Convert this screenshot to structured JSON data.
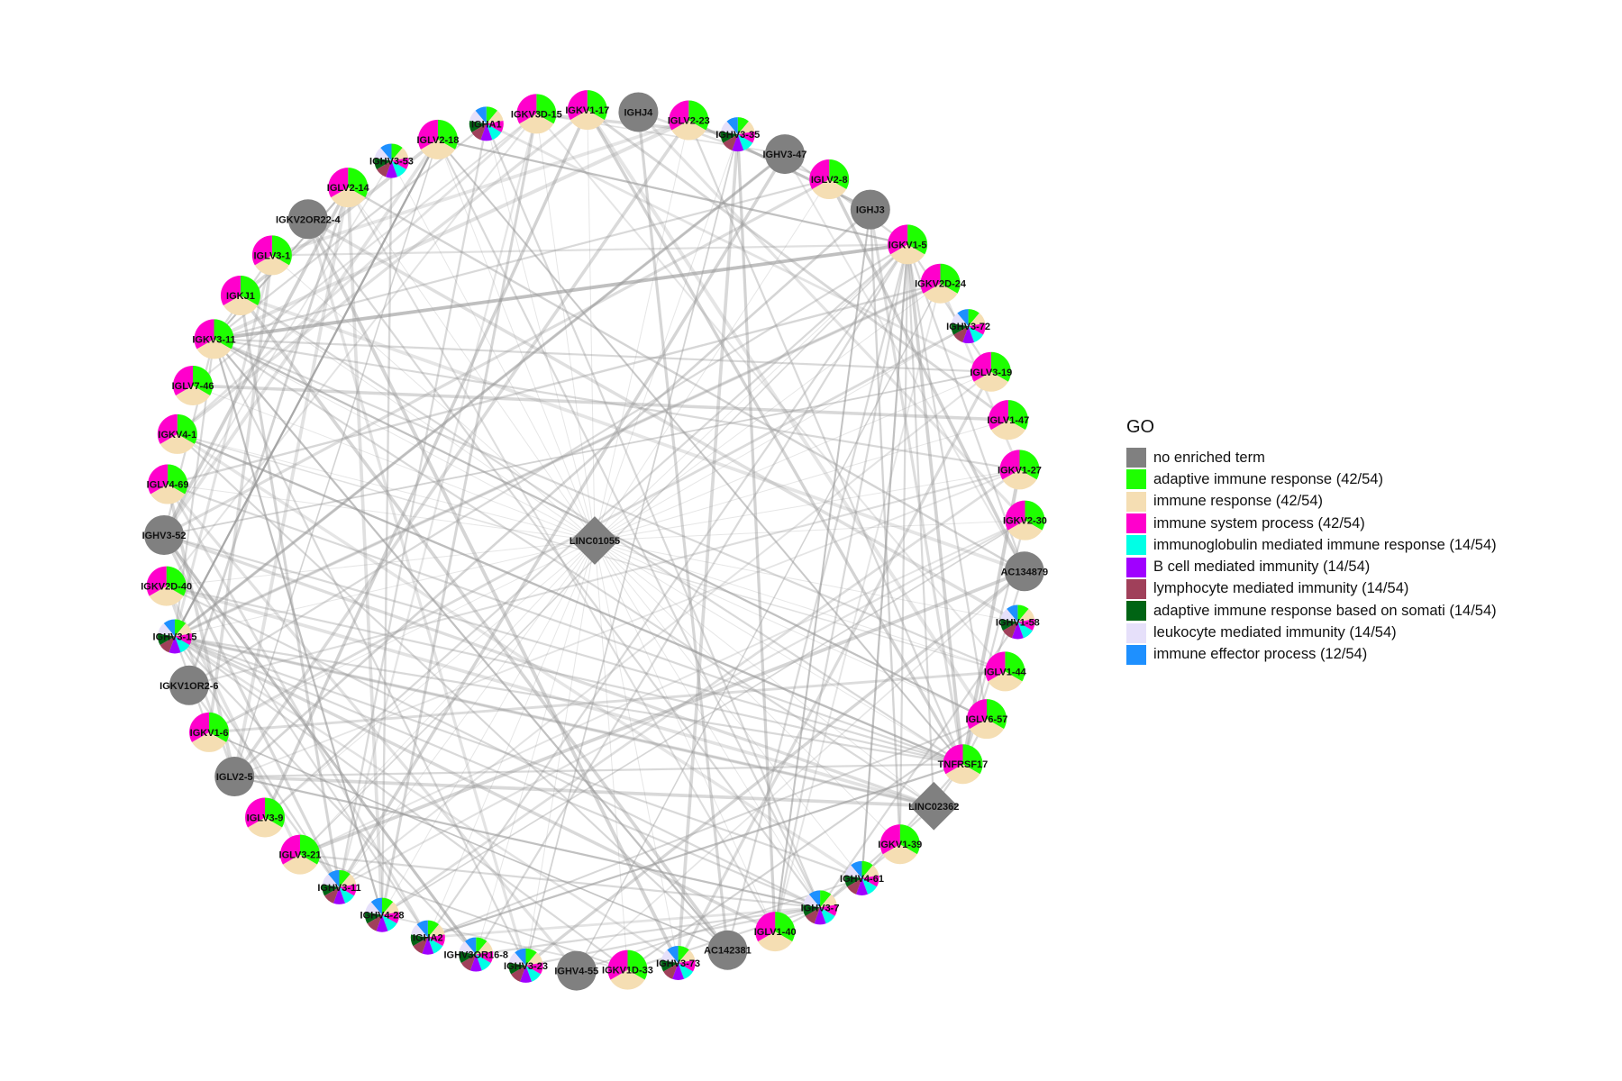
{
  "legend": {
    "title": "GO",
    "items": [
      {
        "key": "none",
        "label": "no enriched term",
        "color": "#808080"
      },
      {
        "key": "adap",
        "label": "adaptive immune response (42/54)",
        "color": "#1EFF00"
      },
      {
        "key": "imr",
        "label": "immune response (42/54)",
        "color": "#F5DEB3"
      },
      {
        "key": "isp",
        "label": "immune system process (42/54)",
        "color": "#FF00CC"
      },
      {
        "key": "igm",
        "label": "immunoglobulin mediated immune response (14/54)",
        "color": "#00FFE6"
      },
      {
        "key": "bcell",
        "label": "B cell mediated immunity (14/54)",
        "color": "#A000FF"
      },
      {
        "key": "lymph",
        "label": "lymphocyte mediated immunity (14/54)",
        "color": "#A0405A"
      },
      {
        "key": "soma",
        "label": "adaptive immune response based on somati (14/54)",
        "color": "#006414"
      },
      {
        "key": "leuk",
        "label": "leukocyte mediated immunity (14/54)",
        "color": "#E6E0FA"
      },
      {
        "key": "eff",
        "label": "immune effector process (12/54)",
        "color": "#1E90FF"
      }
    ]
  },
  "network": {
    "nodes": [
      {
        "label": "IGLV2-23",
        "kind": "v3"
      },
      {
        "label": "IGHV3-35",
        "kind": "v10"
      },
      {
        "label": "IGHV3-47",
        "kind": "none"
      },
      {
        "label": "IGLV2-8",
        "kind": "v3"
      },
      {
        "label": "IGHJ3",
        "kind": "none"
      },
      {
        "label": "IGKV1-5",
        "kind": "v3"
      },
      {
        "label": "IGKV2D-24",
        "kind": "v3"
      },
      {
        "label": "IGHV3-72",
        "kind": "v10"
      },
      {
        "label": "IGLV3-19",
        "kind": "v3"
      },
      {
        "label": "IGLV1-47",
        "kind": "v3"
      },
      {
        "label": "IGKV1-27",
        "kind": "v3"
      },
      {
        "label": "IGKV2-30",
        "kind": "v3"
      },
      {
        "label": "AC134879",
        "kind": "none"
      },
      {
        "label": "IGHV1-58",
        "kind": "v10"
      },
      {
        "label": "IGLV1-44",
        "kind": "v3"
      },
      {
        "label": "IGLV6-57",
        "kind": "v3"
      },
      {
        "label": "TNFRSF17",
        "kind": "v3"
      },
      {
        "label": "LINC02362",
        "kind": "diamond"
      },
      {
        "label": "IGKV1-39",
        "kind": "v3"
      },
      {
        "label": "IGHV4-61",
        "kind": "v10"
      },
      {
        "label": "IGHV3-7",
        "kind": "v10"
      },
      {
        "label": "IGLV1-40",
        "kind": "v3"
      },
      {
        "label": "AC142381",
        "kind": "none"
      },
      {
        "label": "IGHV3-73",
        "kind": "v10"
      },
      {
        "label": "IGKV1D-33",
        "kind": "v3"
      },
      {
        "label": "IGHV4-55",
        "kind": "none"
      },
      {
        "label": "IGHV3-23",
        "kind": "v10"
      },
      {
        "label": "IGHV3OR16-8",
        "kind": "v10"
      },
      {
        "label": "IGHA2",
        "kind": "v10"
      },
      {
        "label": "IGHV4-28",
        "kind": "v10"
      },
      {
        "label": "IGHV3-11",
        "kind": "v10"
      },
      {
        "label": "IGLV3-21",
        "kind": "v3"
      },
      {
        "label": "IGLV3-9",
        "kind": "v3"
      },
      {
        "label": "IGLV2-5",
        "kind": "none"
      },
      {
        "label": "IGKV1-6",
        "kind": "v3"
      },
      {
        "label": "IGKV1OR2-6",
        "kind": "none"
      },
      {
        "label": "IGHV3-15",
        "kind": "v10"
      },
      {
        "label": "IGKV2D-40",
        "kind": "v3"
      },
      {
        "label": "IGHV3-52",
        "kind": "none"
      },
      {
        "label": "IGLV4-69",
        "kind": "v3"
      },
      {
        "label": "IGKV4-1",
        "kind": "v3"
      },
      {
        "label": "IGLV7-46",
        "kind": "v3"
      },
      {
        "label": "IGKV3-11",
        "kind": "v3"
      },
      {
        "label": "IGKJ1",
        "kind": "v3"
      },
      {
        "label": "IGLV3-1",
        "kind": "v3"
      },
      {
        "label": "IGKV2OR22-4",
        "kind": "none"
      },
      {
        "label": "IGLV2-14",
        "kind": "v3"
      },
      {
        "label": "IGHV3-53",
        "kind": "v10"
      },
      {
        "label": "IGLV2-18",
        "kind": "v3"
      },
      {
        "label": "IGHA1",
        "kind": "v10"
      },
      {
        "label": "IGKV3D-15",
        "kind": "v3"
      },
      {
        "label": "IGKV1-17",
        "kind": "v3"
      },
      {
        "label": "IGHJ4",
        "kind": "none"
      },
      {
        "label": "LINC01055",
        "kind": "diamond"
      }
    ]
  }
}
